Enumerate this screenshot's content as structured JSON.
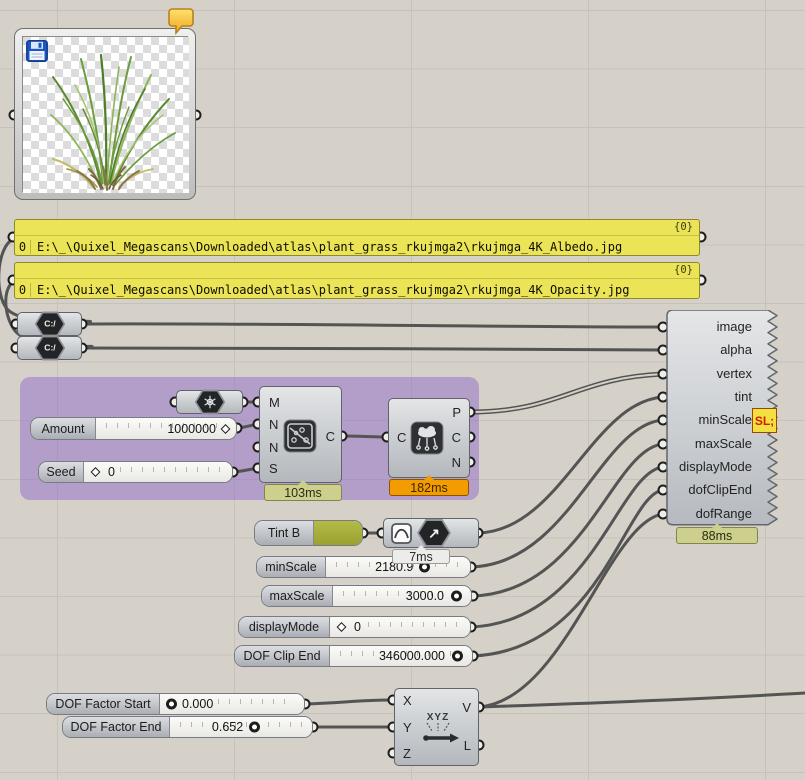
{
  "colors": {
    "canvas": "#d5d1c9",
    "grid_line": "#c6c2ba",
    "group_purple": "#b193d8",
    "wire": "#545454",
    "panel_yellow": "#ebe456",
    "tag_olive": "#ccd08c",
    "tag_orange": "#f39c00",
    "tint_swatch": "#a7ae3c",
    "script_icon_bg": "#f2df41",
    "script_icon_text": "#cf1f00"
  },
  "panels": [
    {
      "header": "{0}",
      "index": "0",
      "path": "E:\\_\\Quixel_Megascans\\Downloaded\\atlas\\plant_grass_rkujmga2\\rkujmga_4K_Albedo.jpg"
    },
    {
      "header": "{0}",
      "index": "0",
      "path": "E:\\_\\Quixel_Megascans\\Downloaded\\atlas\\plant_grass_rkujmga2\\rkujmga_4K_Opacity.jpg"
    }
  ],
  "file_path_nodes": [
    {
      "icon_label": "C:/"
    },
    {
      "icon_label": "C:/"
    }
  ],
  "populate": {
    "inputs": [
      "M",
      "N",
      "N",
      "S"
    ],
    "output": "C",
    "runtime": "103ms"
  },
  "proximity": {
    "input": "C",
    "outputs": [
      "P",
      "C",
      "N"
    ],
    "runtime": "182ms"
  },
  "graph_arrow": {
    "arrow": "↗",
    "runtime": "7ms"
  },
  "sliders": {
    "amount": {
      "label": "Amount",
      "value": "1000000"
    },
    "seed": {
      "label": "Seed",
      "value": "0"
    },
    "minScale": {
      "label": "minScale",
      "value": "2180.9"
    },
    "maxScale": {
      "label": "maxScale",
      "value": "3000.0"
    },
    "displayMode": {
      "label": "displayMode",
      "value": "0"
    },
    "dofClipEnd": {
      "label": "DOF Clip End",
      "value": "346000.000"
    },
    "dofFactorStart": {
      "label": "DOF Factor Start",
      "value": "0.000"
    },
    "dofFactorEnd": {
      "label": "DOF Factor End",
      "value": "0.652"
    }
  },
  "tint": {
    "label": "Tint B"
  },
  "vector_xyz": {
    "inputs": [
      "X",
      "Y",
      "Z"
    ],
    "outputs": [
      "V",
      "L"
    ],
    "icon_text": "XYZ"
  },
  "script": {
    "inputs": [
      "image",
      "alpha",
      "vertex",
      "tint",
      "minScale",
      "maxScale",
      "displayMode",
      "dofClipEnd",
      "dofRange"
    ],
    "icon_text": "SL;",
    "runtime": "88ms"
  }
}
